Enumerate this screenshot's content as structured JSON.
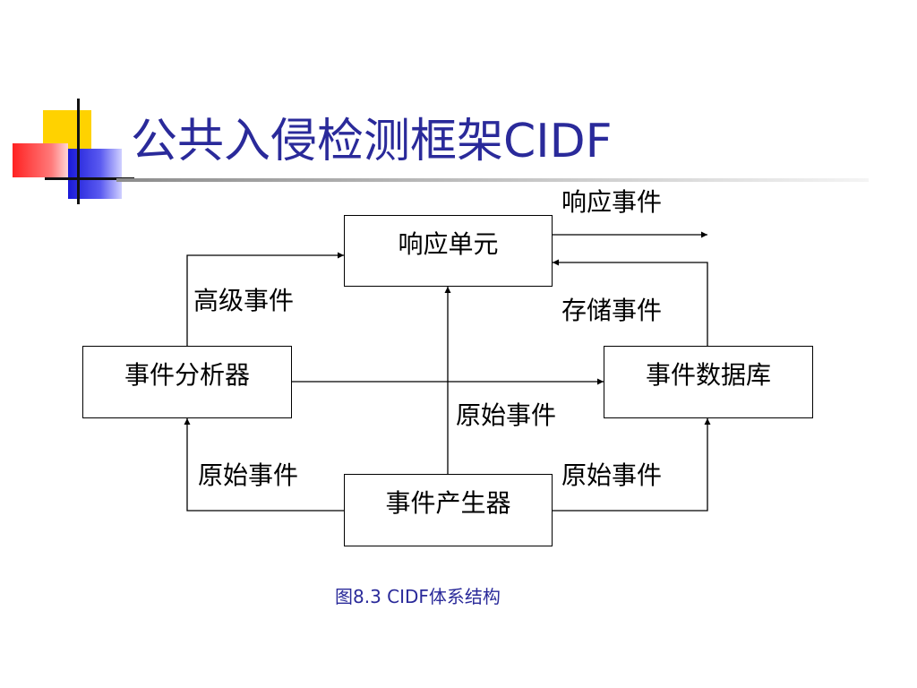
{
  "slide": {
    "title": "公共入侵检测框架CIDF",
    "caption": "图8.3 CIDF体系结构"
  },
  "diagram": {
    "nodes": {
      "response_unit": "响应单元",
      "event_analyzer": "事件分析器",
      "event_database": "事件数据库",
      "event_generator": "事件产生器"
    },
    "edge_labels": {
      "response_event": "响应事件",
      "high_level_event": "高级事件",
      "stored_event": "存储事件",
      "raw_event_center": "原始事件",
      "raw_event_left": "原始事件",
      "raw_event_right": "原始事件"
    }
  },
  "colors": {
    "title": "#2a2a9a",
    "caption": "#2a2a9a",
    "deco_yellow": "#ffd200",
    "deco_red": "#ff2222",
    "deco_blue": "#1a1ad8"
  }
}
